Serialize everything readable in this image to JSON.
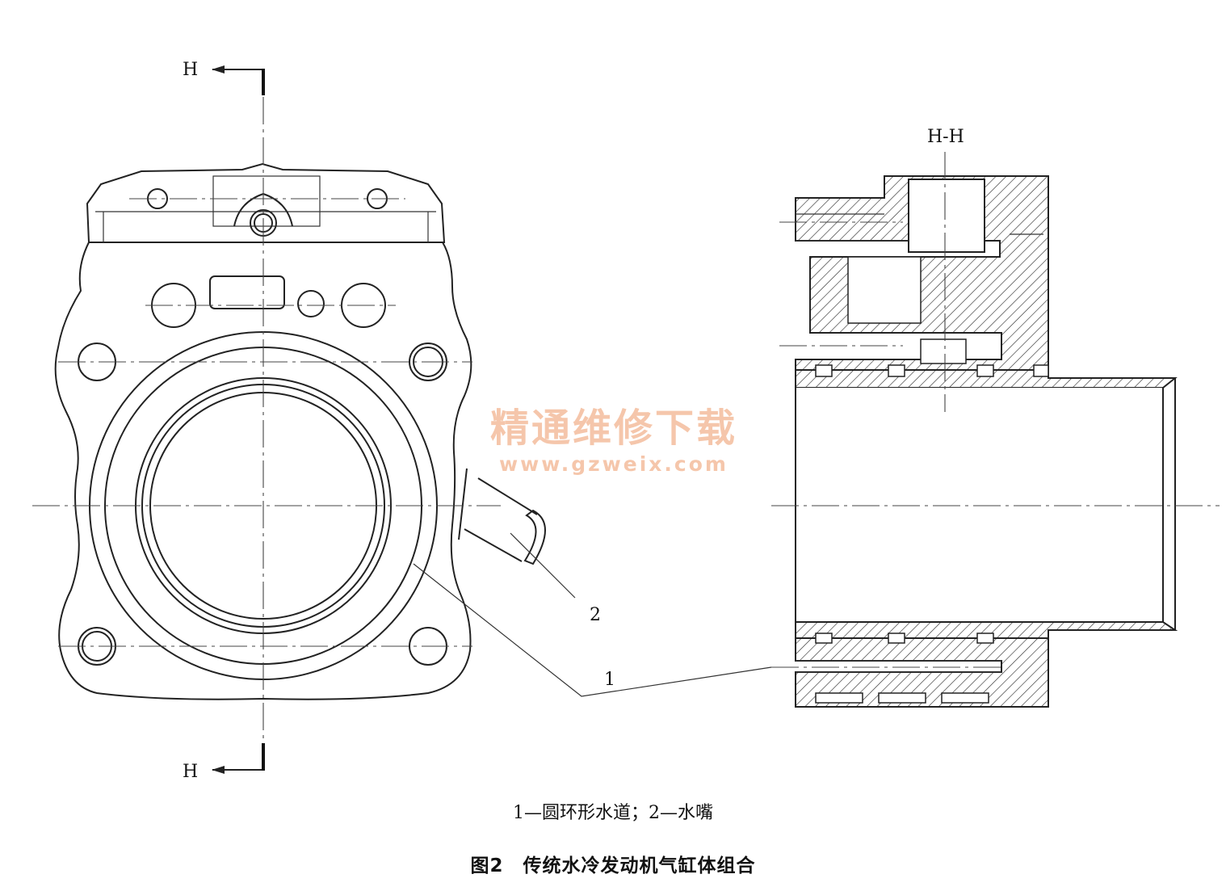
{
  "labels": {
    "section_mark_top": "H",
    "section_mark_bottom": "H",
    "section_view_title": "H-H",
    "callout_1": "1",
    "callout_2": "2"
  },
  "caption": {
    "legend": "1—圆环形水道；2—水嘴",
    "title": "图2　传统水冷发动机气缸体组合"
  },
  "watermark": {
    "text": "精通维修下载",
    "url": "www.gzweix.com",
    "color": "#f2b48f"
  }
}
